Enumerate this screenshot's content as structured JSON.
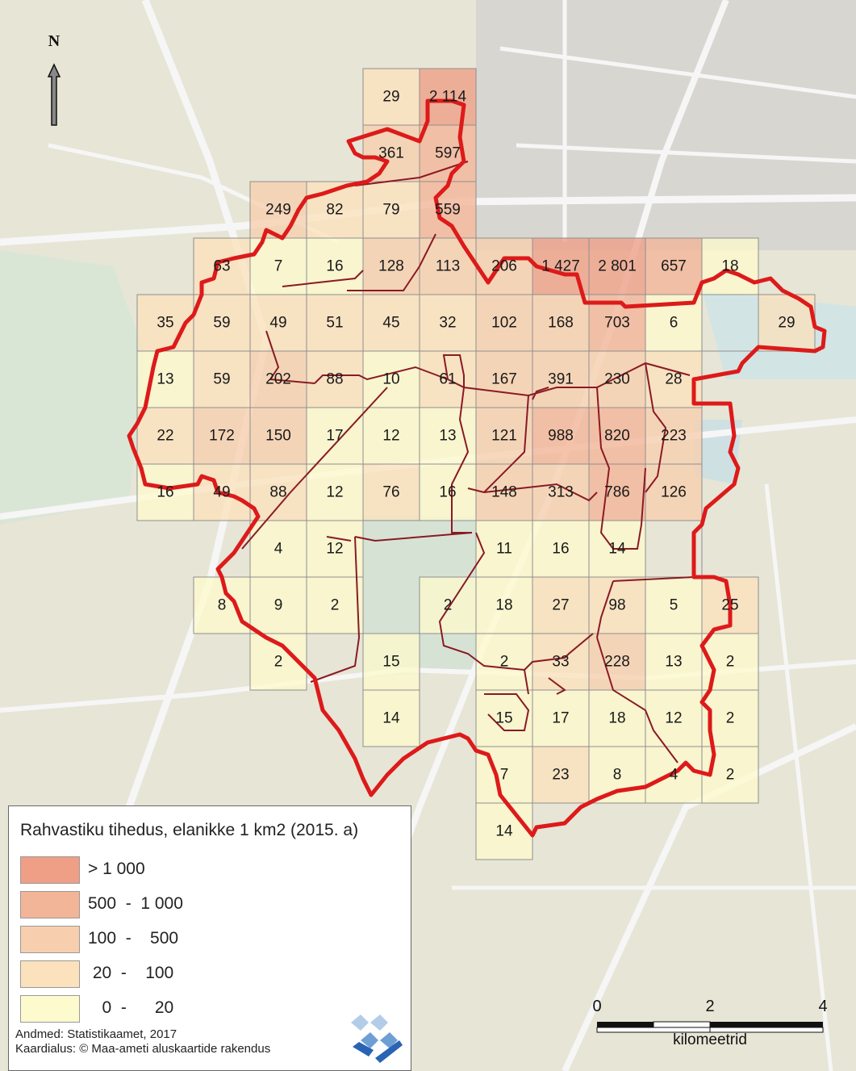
{
  "legend": {
    "title": "Rahvastiku tihedus, elanikke 1 km2 (2015. a)",
    "classes": [
      {
        "label": "> 1 000",
        "color": "#ee9f86"
      },
      {
        "label": "500  -  1 000",
        "color": "#f3b597"
      },
      {
        "label": "100  -    500",
        "color": "#f7cfae"
      },
      {
        "label": " 20  -    100",
        "color": "#fbe2bd"
      },
      {
        "label": "   0  -      20",
        "color": "#fdfacd"
      }
    ],
    "source": "Andmed: Statistikaamet, 2017",
    "basemap": "Kaardialus: © Maa-ameti aluskaartide rakendus"
  },
  "north_arrow": {
    "letter": "N"
  },
  "scale_bar": {
    "ticks": [
      "0",
      "2",
      "4"
    ],
    "unit": "kilomeetrid"
  },
  "colors": {
    "boundary": "#dd1a1a",
    "district_lines": "#8a1a24",
    "grid_lines": "#8f8f8f",
    "water": "#cfe3e0",
    "road": "#f4f4f4"
  },
  "chart_data": {
    "type": "heatmap",
    "description_units": "residents per km2, 2015",
    "columns": [
      "c1",
      "c2",
      "c3",
      "c4",
      "c5",
      "c6",
      "c7",
      "c8",
      "c9",
      "c10",
      "c11",
      "c12",
      "c13",
      "c14"
    ],
    "cells": [
      {
        "col": 5,
        "row": 1,
        "value": "29"
      },
      {
        "col": 6,
        "row": 1,
        "value": "2 114"
      },
      {
        "col": 5,
        "row": 2,
        "value": "361"
      },
      {
        "col": 6,
        "row": 2,
        "value": "597"
      },
      {
        "col": 3,
        "row": 3,
        "value": "249"
      },
      {
        "col": 4,
        "row": 3,
        "value": "82"
      },
      {
        "col": 5,
        "row": 3,
        "value": "79"
      },
      {
        "col": 6,
        "row": 3,
        "value": "559"
      },
      {
        "col": 2,
        "row": 4,
        "value": "63"
      },
      {
        "col": 3,
        "row": 4,
        "value": "7"
      },
      {
        "col": 4,
        "row": 4,
        "value": "16"
      },
      {
        "col": 5,
        "row": 4,
        "value": "128"
      },
      {
        "col": 6,
        "row": 4,
        "value": "113"
      },
      {
        "col": 7,
        "row": 4,
        "value": "206"
      },
      {
        "col": 8,
        "row": 4,
        "value": "1 427"
      },
      {
        "col": 9,
        "row": 4,
        "value": "2 801"
      },
      {
        "col": 10,
        "row": 4,
        "value": "657"
      },
      {
        "col": 11,
        "row": 4,
        "value": "18"
      },
      {
        "col": 1,
        "row": 5,
        "value": "35"
      },
      {
        "col": 2,
        "row": 5,
        "value": "59"
      },
      {
        "col": 3,
        "row": 5,
        "value": "49"
      },
      {
        "col": 4,
        "row": 5,
        "value": "51"
      },
      {
        "col": 5,
        "row": 5,
        "value": "45"
      },
      {
        "col": 6,
        "row": 5,
        "value": "32"
      },
      {
        "col": 7,
        "row": 5,
        "value": "102"
      },
      {
        "col": 8,
        "row": 5,
        "value": "168"
      },
      {
        "col": 9,
        "row": 5,
        "value": "703"
      },
      {
        "col": 10,
        "row": 5,
        "value": "6"
      },
      {
        "col": 12,
        "row": 5,
        "value": "29"
      },
      {
        "col": 1,
        "row": 6,
        "value": "13"
      },
      {
        "col": 2,
        "row": 6,
        "value": "59"
      },
      {
        "col": 3,
        "row": 6,
        "value": "202"
      },
      {
        "col": 4,
        "row": 6,
        "value": "88"
      },
      {
        "col": 5,
        "row": 6,
        "value": "10"
      },
      {
        "col": 6,
        "row": 6,
        "value": "61"
      },
      {
        "col": 7,
        "row": 6,
        "value": "167"
      },
      {
        "col": 8,
        "row": 6,
        "value": "391"
      },
      {
        "col": 9,
        "row": 6,
        "value": "230"
      },
      {
        "col": 10,
        "row": 6,
        "value": "28"
      },
      {
        "col": 1,
        "row": 7,
        "value": "22"
      },
      {
        "col": 2,
        "row": 7,
        "value": "172"
      },
      {
        "col": 3,
        "row": 7,
        "value": "150"
      },
      {
        "col": 4,
        "row": 7,
        "value": "17"
      },
      {
        "col": 5,
        "row": 7,
        "value": "12"
      },
      {
        "col": 6,
        "row": 7,
        "value": "13"
      },
      {
        "col": 7,
        "row": 7,
        "value": "121"
      },
      {
        "col": 8,
        "row": 7,
        "value": "988"
      },
      {
        "col": 9,
        "row": 7,
        "value": "820"
      },
      {
        "col": 10,
        "row": 7,
        "value": "223"
      },
      {
        "col": 1,
        "row": 8,
        "value": "16"
      },
      {
        "col": 2,
        "row": 8,
        "value": "49"
      },
      {
        "col": 3,
        "row": 8,
        "value": "88"
      },
      {
        "col": 4,
        "row": 8,
        "value": "12"
      },
      {
        "col": 5,
        "row": 8,
        "value": "76"
      },
      {
        "col": 6,
        "row": 8,
        "value": "16"
      },
      {
        "col": 7,
        "row": 8,
        "value": "148"
      },
      {
        "col": 8,
        "row": 8,
        "value": "313"
      },
      {
        "col": 9,
        "row": 8,
        "value": "786"
      },
      {
        "col": 10,
        "row": 8,
        "value": "126"
      },
      {
        "col": 3,
        "row": 9,
        "value": "4"
      },
      {
        "col": 4,
        "row": 9,
        "value": "12"
      },
      {
        "col": 7,
        "row": 9,
        "value": "11"
      },
      {
        "col": 8,
        "row": 9,
        "value": "16"
      },
      {
        "col": 9,
        "row": 9,
        "value": "14"
      },
      {
        "col": 2,
        "row": 10,
        "value": "8"
      },
      {
        "col": 3,
        "row": 10,
        "value": "9"
      },
      {
        "col": 4,
        "row": 10,
        "value": "2"
      },
      {
        "col": 6,
        "row": 10,
        "value": "2"
      },
      {
        "col": 7,
        "row": 10,
        "value": "18"
      },
      {
        "col": 8,
        "row": 10,
        "value": "27"
      },
      {
        "col": 9,
        "row": 10,
        "value": "98"
      },
      {
        "col": 10,
        "row": 10,
        "value": "5"
      },
      {
        "col": 11,
        "row": 10,
        "value": "25"
      },
      {
        "col": 3,
        "row": 11,
        "value": "2"
      },
      {
        "col": 5,
        "row": 11,
        "value": "15"
      },
      {
        "col": 7,
        "row": 11,
        "value": "2"
      },
      {
        "col": 8,
        "row": 11,
        "value": "33"
      },
      {
        "col": 9,
        "row": 11,
        "value": "228"
      },
      {
        "col": 10,
        "row": 11,
        "value": "13"
      },
      {
        "col": 11,
        "row": 11,
        "value": "2"
      },
      {
        "col": 5,
        "row": 12,
        "value": "14"
      },
      {
        "col": 7,
        "row": 12,
        "value": "15"
      },
      {
        "col": 8,
        "row": 12,
        "value": "17"
      },
      {
        "col": 9,
        "row": 12,
        "value": "18"
      },
      {
        "col": 10,
        "row": 12,
        "value": "12"
      },
      {
        "col": 11,
        "row": 12,
        "value": "2"
      },
      {
        "col": 7,
        "row": 13,
        "value": "7"
      },
      {
        "col": 8,
        "row": 13,
        "value": "23"
      },
      {
        "col": 9,
        "row": 13,
        "value": "8"
      },
      {
        "col": 10,
        "row": 13,
        "value": "4"
      },
      {
        "col": 11,
        "row": 13,
        "value": "2"
      },
      {
        "col": 7,
        "row": 14,
        "value": "14"
      }
    ],
    "empty_cells": [
      {
        "col": 11,
        "row": 5
      },
      {
        "col": 10,
        "row": 9
      }
    ]
  }
}
